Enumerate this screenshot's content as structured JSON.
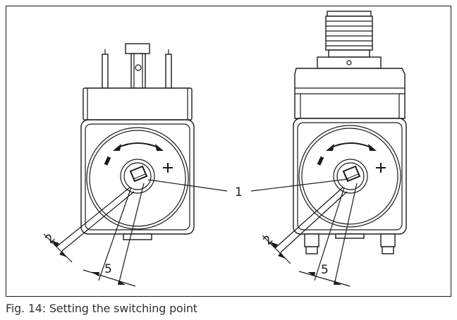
{
  "caption": "Fig. 14: Setting the switching point",
  "callout": "1",
  "left_device": {
    "dim_a": "2",
    "dim_b": "5"
  },
  "right_device": {
    "dim_a": "2",
    "dim_b": "5"
  },
  "symbols": {
    "minus": "minus-sign-icon",
    "plus": "plus-sign-icon",
    "arrow": "double-curved-arrow-icon"
  },
  "colors": {
    "line": "#1a1a1a",
    "caption": "#333333",
    "background": "#ffffff"
  }
}
